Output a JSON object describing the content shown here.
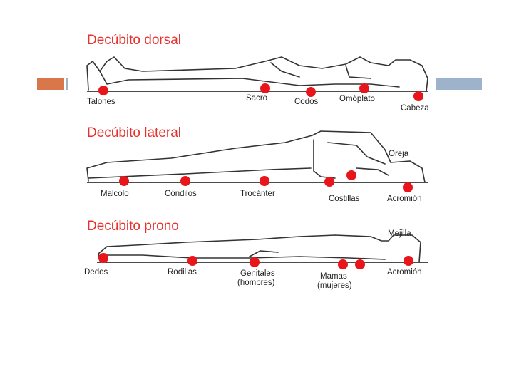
{
  "colors": {
    "accent_orange": "#d9764a",
    "accent_blue": "#9db3cc",
    "pressure_point": "#e8161b",
    "title_red": "#e8302c"
  },
  "positions": [
    {
      "title": "Decúbito dorsal",
      "points": [
        "Talones",
        "Sacro",
        "Codos",
        "Omóplato",
        "Cabeza"
      ]
    },
    {
      "title": "Decúbito lateral",
      "points": [
        "Malcolo",
        "Cóndilos",
        "Trocánter",
        "Costillas",
        "Acromión"
      ],
      "extra_label": "Oreja"
    },
    {
      "title": "Decúbito prono",
      "points": [
        "Dedos",
        "Rodillas",
        "Genitales",
        "Mamas",
        "Acromión"
      ],
      "point_notes": [
        "",
        "",
        "(hombres)",
        "(mujeres)",
        ""
      ],
      "extra_label": "Mejilla"
    }
  ]
}
